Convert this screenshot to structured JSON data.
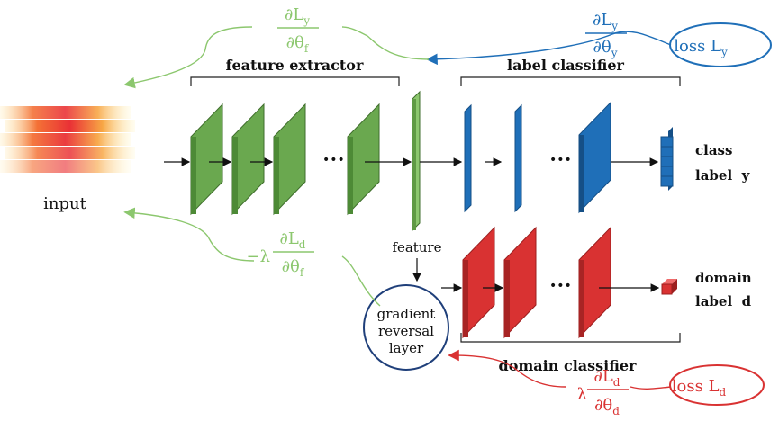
{
  "labels": {
    "input": "input",
    "feature_extractor": "feature extractor",
    "label_classifier": "label classifier",
    "domain_classifier": "domain classifier",
    "feature": "feature",
    "class_label_line1": "class",
    "class_label_line2": "label  y",
    "domain_label_line1": "domain",
    "domain_label_line2": "label  d",
    "grl_line1": "gradient",
    "grl_line2": "reversal",
    "grl_line3": "layer",
    "dots": "•••"
  },
  "losses": {
    "loss_y": "loss L",
    "loss_y_sub": "y",
    "loss_d": "loss L",
    "loss_d_sub": "d"
  },
  "gradients": {
    "green_top_num": "∂L",
    "green_top_num_sub": "y",
    "green_top_den": "∂θ",
    "green_top_den_sub": "f",
    "blue_num": "∂L",
    "blue_num_sub": "y",
    "blue_den": "∂θ",
    "blue_den_sub": "y",
    "green_bottom_prefix": "−λ",
    "green_bottom_num": "∂L",
    "green_bottom_num_sub": "d",
    "green_bottom_den": "∂θ",
    "green_bottom_den_sub": "f",
    "red_prefix": "λ",
    "red_num": "∂L",
    "red_num_sub": "d",
    "red_den": "∂θ",
    "red_den_sub": "d"
  },
  "colors": {
    "green": "#6aa84f",
    "green_dark": "#3f6e2c",
    "green_light": "#a3cf8a",
    "blue": "#1f6fb8",
    "blue_dark": "#154f86",
    "red": "#d93232",
    "red_dark": "#9c1f1f",
    "grl_border": "#1f3f7a"
  }
}
